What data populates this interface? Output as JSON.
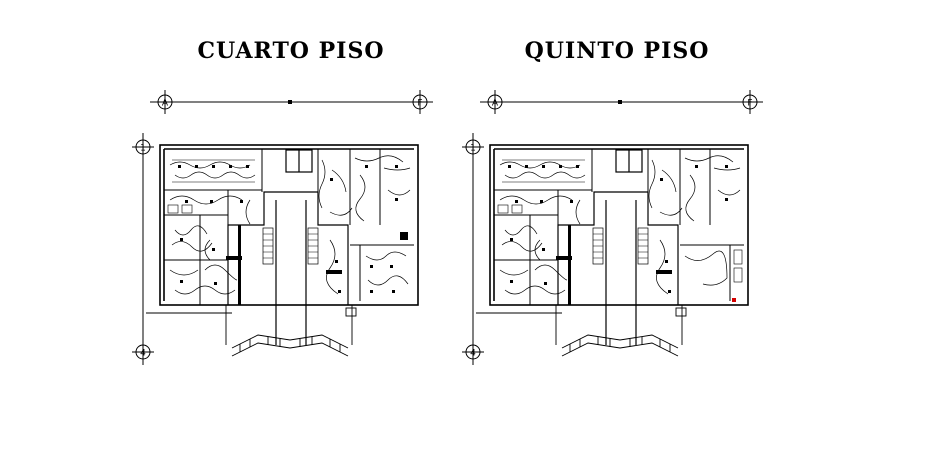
{
  "drawing": {
    "plans": [
      {
        "title": "CUARTO PISO",
        "grid_top_left": "A",
        "grid_top_right": "F",
        "grid_side_top": "1",
        "grid_side_bottom": "4"
      },
      {
        "title": "QUINTO PISO",
        "grid_top_left": "A",
        "grid_top_right": "F",
        "grid_side_top": "1",
        "grid_side_bottom": "4"
      }
    ],
    "line_color": "#000000",
    "accent_color": "#d40000"
  }
}
